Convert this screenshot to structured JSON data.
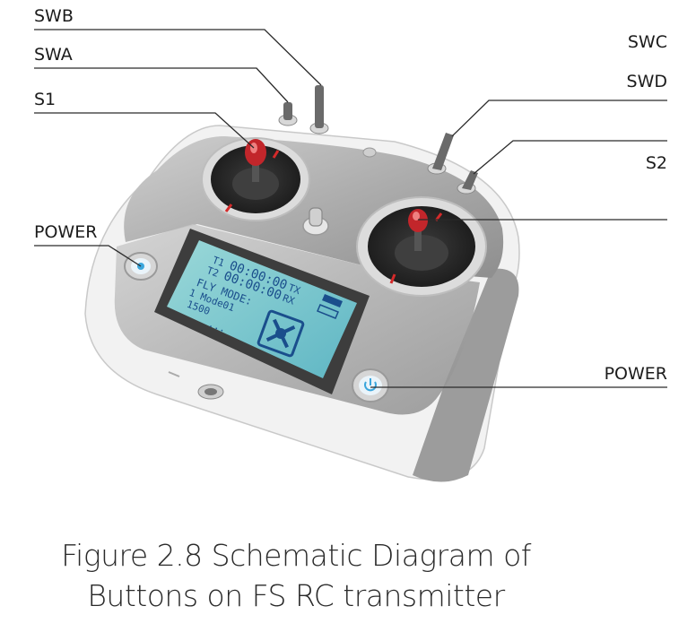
{
  "labels": {
    "swb": "SWB",
    "swa": "SWA",
    "s1": "S1",
    "power_left": "POWER",
    "swc": "SWC",
    "swd": "SWD",
    "s2": "S2",
    "power_right": "POWER"
  },
  "screen": {
    "t1_label": "T1",
    "t1_value": "00:00:00",
    "t2_label": "T2",
    "t2_value": "00:00:00",
    "fly_mode": "FLY MODE:",
    "mode_line": "1 Mode01",
    "number": "1500",
    "ellipsis": "...",
    "tx": "TX",
    "rx": "RX"
  },
  "caption": {
    "line1": "Figure 2.8 Schematic Diagram of",
    "line2": "Buttons on FS RC transmitter"
  },
  "colors": {
    "body_white": "#f3f3f3",
    "panel_gray": "#a7a7a7",
    "gimbal_dark": "#2c2c2c",
    "accent_red": "#d42a2a",
    "lcd": "#7cc7ce",
    "power_blue": "#3aa6dc",
    "line": "#2a2a2a"
  }
}
